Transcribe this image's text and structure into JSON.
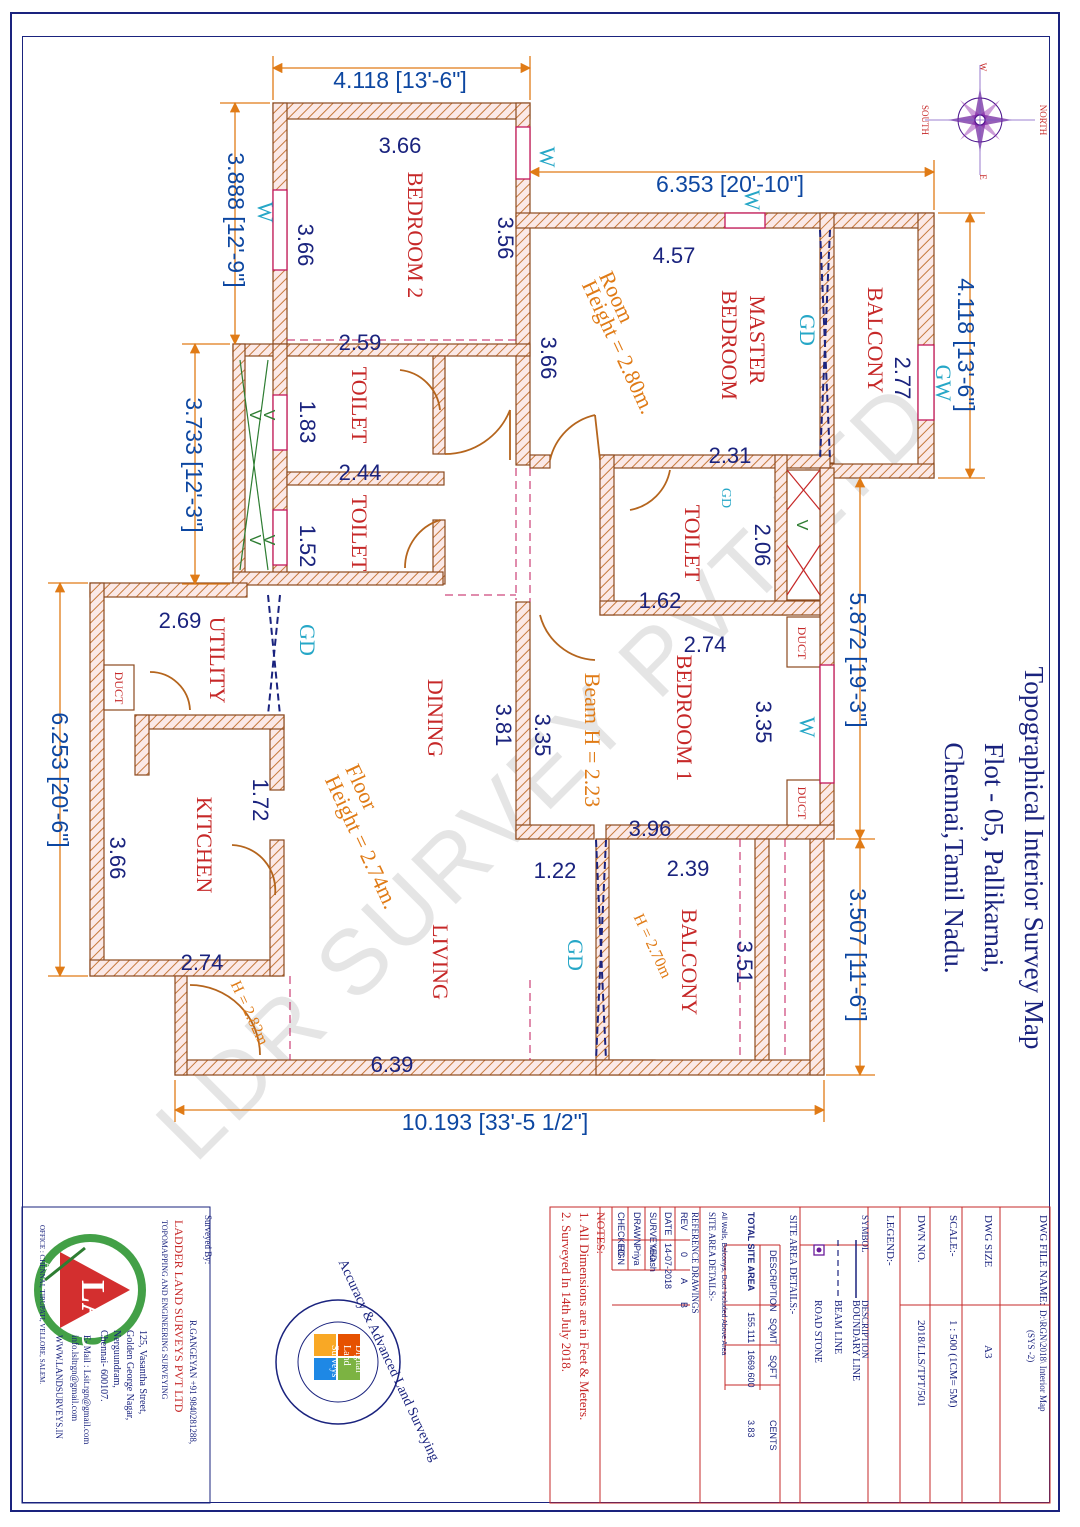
{
  "title": {
    "line1": "Topographical Interior Survey Map",
    "line2": "Flot - 05, Pallikarnai,",
    "line3": "Chennai,Tamil Nadu."
  },
  "watermark": "LDR SURVEY PVT LTD",
  "rooms": {
    "bedroom2": "BEDROOM 2",
    "master_line1": "MASTER",
    "master_line2": "BEDROOM",
    "balcony_top": "BALCONY",
    "toilet1": "TOILET",
    "toilet2": "TOILET",
    "toilet3": "TOILET",
    "utility": "UTILITY",
    "kitchen": "KITCHEN",
    "dining": "DINING",
    "living": "LIVING",
    "bedroom1": "BEDROOM 1",
    "balcony_bottom": "BALCONY",
    "duct1": "DUCT",
    "duct2": "DUCT",
    "duct3": "DUCT"
  },
  "notes_orange": {
    "room_height_1": "Room",
    "room_height_2": "Height = 2.80m.",
    "floor_height_1": "Floor",
    "floor_height_2": "Height = 2.74m.",
    "beam": "Beam H = 2.23",
    "balcony_h": "H = 2.70m",
    "entry_h": "H = 2.82m"
  },
  "openings": {
    "w1": "W",
    "w2": "W",
    "w3": "W",
    "w4": "W",
    "gd1": "GD",
    "gd2": "GD",
    "gd3": "GD",
    "gd4": "GD",
    "gw": "GW",
    "v1": "V",
    "v2": "V",
    "v3": "V",
    "v4": "V",
    "v5": "V"
  },
  "inner_dims": {
    "b2_top": "3.66",
    "b2_left": "3.66",
    "b2_right": "3.56",
    "mb_top": "4.57",
    "mb_left": "3.66",
    "balc_top": "2.77",
    "t1_top": "2.59",
    "t1_side": "1.83",
    "t2_top": "2.44",
    "t2_side": "1.52",
    "t3_top": "2.31",
    "t3_side": "2.06",
    "t3_bottom": "1.62",
    "util": "2.69",
    "kit_h": "1.72",
    "kit_side": "3.66",
    "entry": "2.74",
    "living": "3.81",
    "bottom": "6.39",
    "bd1_top": "2.74",
    "bd1_left": "3.35",
    "bd1_right": "3.35",
    "bd1_bottom": "3.96",
    "balc2_top": "2.39",
    "balc2_side": "3.51",
    "balc2_gap": "1.22"
  },
  "outer_dims": {
    "top": "4.118 [13'-6\"]",
    "mid_top": "6.353 [20'-10\"]",
    "left_top": "3.888 [12'-9\"]",
    "left_mid": "3.733 [12'-3\"]",
    "left_bottom": "6.253 [20'-6\"]",
    "right_top": "4.118 [13'-6\"]",
    "right_mid": "5.872 [19'-3\"]",
    "right_bottom": "3.507 [11'-6\"]",
    "bottom": "10.193 [33'-5 1/2\"]"
  },
  "compass": {
    "north": "NORTH",
    "south": "SOUTH",
    "w": "W",
    "e": "E"
  },
  "title_block": {
    "file_label": "DWG FILE NAME:",
    "file_value1": "D:\\RGN\\2018\\ Interior Map",
    "file_value2": "(SYS -2)",
    "size_label": "DWG SIZE",
    "size_value": "A3",
    "scale_label": "SCALE:-",
    "scale_value": "1 : 500 (1CM= 5M)",
    "dwn_label": "DWN NO.",
    "dwn_value": "2018/LLS/TPT/501",
    "legend_label": "LEGEND:-",
    "symbol_label": "SYMBOL",
    "desc_label": "DESCRIPTION",
    "legend1": "BOUNDARY LINE",
    "legend2": "BEAM LINE",
    "legend3": "ROAD STONE",
    "site_label": "SITE AREA DETAILS:-",
    "site_desc": "DESCRIPTION",
    "site_sqmt": "SQMT",
    "site_sqft": "SQFT",
    "site_cents": "CENTS",
    "site_total": "TOTAL SITE AREA",
    "site_v1": "155.111",
    "site_v2": "1669.600",
    "site_v3": "3.83",
    "site_note": "All Walls, Balconys, Duct Included Above Area",
    "site_area_details": "SITE AREA DETAILS:-",
    "ref_label": "REFERENCE DRAWINGS",
    "rev_label": "REV",
    "rev_0": "0",
    "rev_a": "A",
    "rev_b": "B",
    "date_label": "DATE",
    "date_value": "14-07-2018",
    "surveyed_label": "SURVEYED",
    "surveyed_value": "Vikash",
    "drawn_label": "DRAWN",
    "drawn_value": "Priya",
    "checked_label": "CHECKED",
    "checked_value": "RGN",
    "notes_label": "NOTES:-",
    "note1": "1. All Dimensions are in Feet & Meters.",
    "note2": "2. Surveyed In 14th July 2018."
  },
  "seal": {
    "ring": "Accuracy & Advanced Land Surveying",
    "center1": "Digital",
    "center2": "Land",
    "center3": "Surveys"
  },
  "company": {
    "surveyed_by": "Surveyed By:",
    "contact": "R.GANGEYAN +91 9840281288,",
    "name": "LADDER LAND SURVEYS PVT LTD",
    "tagline": "TOPOMAPPING AND ENGINEERING SURVEYING",
    "addr1": "125, Vasantha Street,",
    "addr2": "Golden George Nagar,",
    "addr3": "Nerguundram,",
    "addr4": "Chennai- 600107.",
    "email1": "E- Mail : Lsit.rgn@gmail.com",
    "email2": "info.lsltrgn@gmail.com",
    "web": "WWW.LANDSURVEYS.IN",
    "office": "OFFICE : CHENNAI, TIRUPATI, VELLORE, SALEM.",
    "logo_word": "LADDER",
    "logo_letter": "A"
  }
}
